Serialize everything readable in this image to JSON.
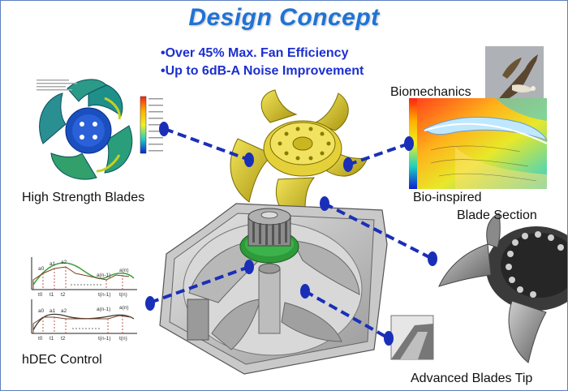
{
  "title": "Design Concept",
  "bullets": [
    "•Over 45% Max. Fan Efficiency",
    "•Up to 6dB-A Noise Improvement"
  ],
  "labels": {
    "high_strength": "High Strength Blades",
    "biomechanics": "Biomechanics",
    "bio_inspired_1": "Bio-inspired",
    "bio_inspired_2": "Blade Section",
    "hdec": "hDEC Control",
    "advanced_tip": "Advanced Blades Tip"
  },
  "chart_top": {
    "points": [
      "t0",
      "t1",
      "t2",
      "t(n-1)",
      "t(n)"
    ],
    "series": [
      "a0",
      "a1",
      "a2",
      "a(n-1)",
      "a(n)"
    ]
  },
  "chart_bottom": {
    "points": [
      "t0",
      "t1",
      "t2",
      "t(n-1)",
      "t(n)"
    ],
    "series": [
      "a0",
      "a1",
      "a2",
      "a(n-1)",
      "a(n)"
    ]
  },
  "colors": {
    "title": "#1f73d6",
    "bullets": "#1c2fd0",
    "connector": "#1a2fb8",
    "fan_yellow": "#d8c21a"
  }
}
